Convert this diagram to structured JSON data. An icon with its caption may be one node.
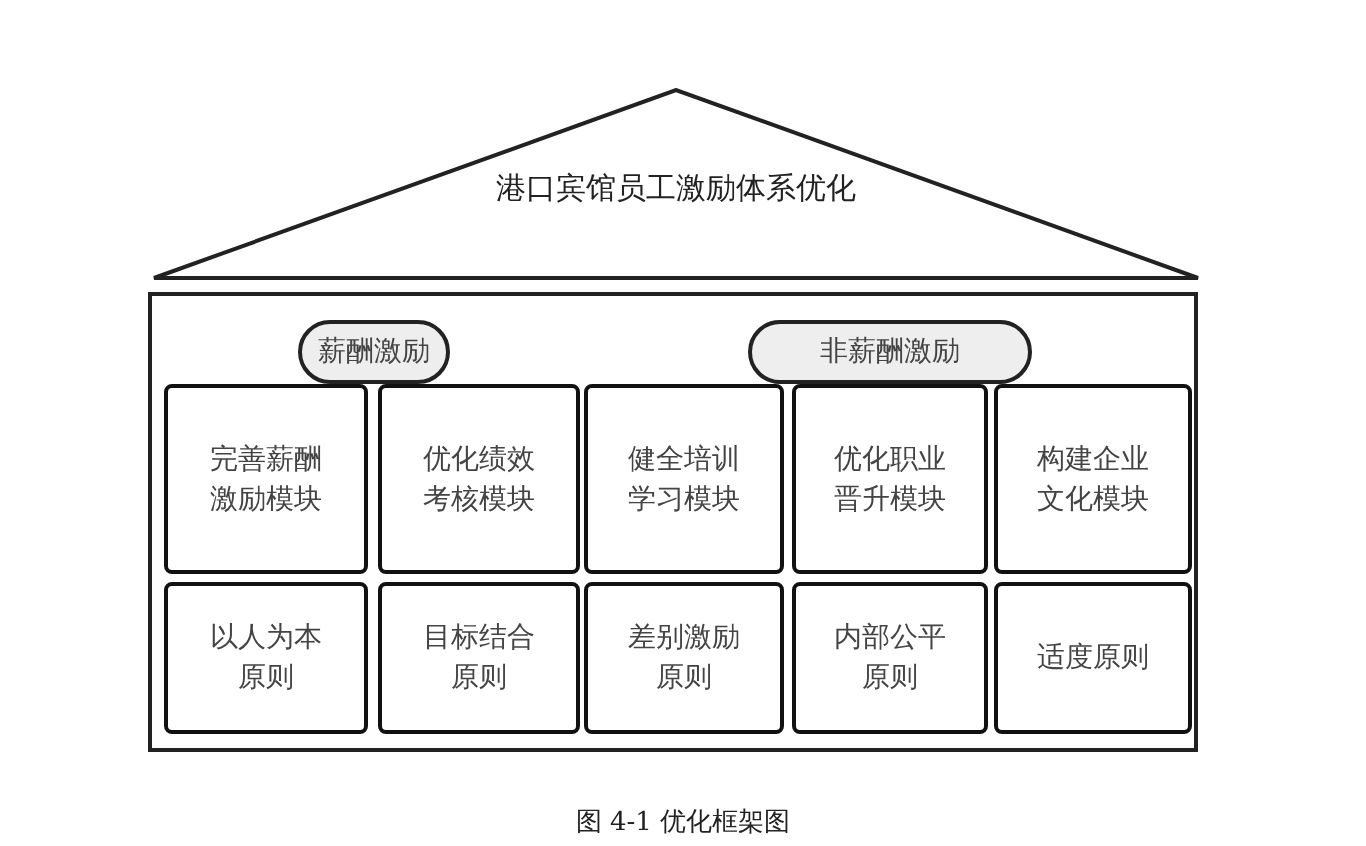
{
  "diagram": {
    "caption": "图 4-1 优化框架图",
    "nodes": [
      {
        "text": [
          "港口宾馆员工激励体系优化"
        ]
      },
      {
        "text": [],
        "shape": "box"
      },
      {
        "text": [
          "薪酬激励"
        ],
        "in": 1
      },
      {
        "text": [
          "非薪酬激励"
        ],
        "in": 1
      },
      {
        "text": [
          "完善薪酬激励模块"
        ],
        "in": 1
      },
      {
        "text": [
          "优化绩效考核模块"
        ],
        "in": 1
      },
      {
        "text": [
          "健全培训学习模块"
        ],
        "in": 1
      },
      {
        "text": [
          "优化职业晋升模块"
        ],
        "in": 1
      },
      {
        "text": [
          "构建企业文化模块"
        ],
        "in": 1
      },
      {
        "text": [
          "以人为本原则"
        ],
        "in": 1
      },
      {
        "text": [
          "目标结合原则"
        ],
        "in": 1
      },
      {
        "text": [
          "差别激励原则"
        ],
        "in": 1
      },
      {
        "text": [
          "内部公平原则"
        ],
        "in": 1
      },
      {
        "text": [
          "适度原则"
        ],
        "in": 1
      }
    ],
    "edges": []
  }
}
